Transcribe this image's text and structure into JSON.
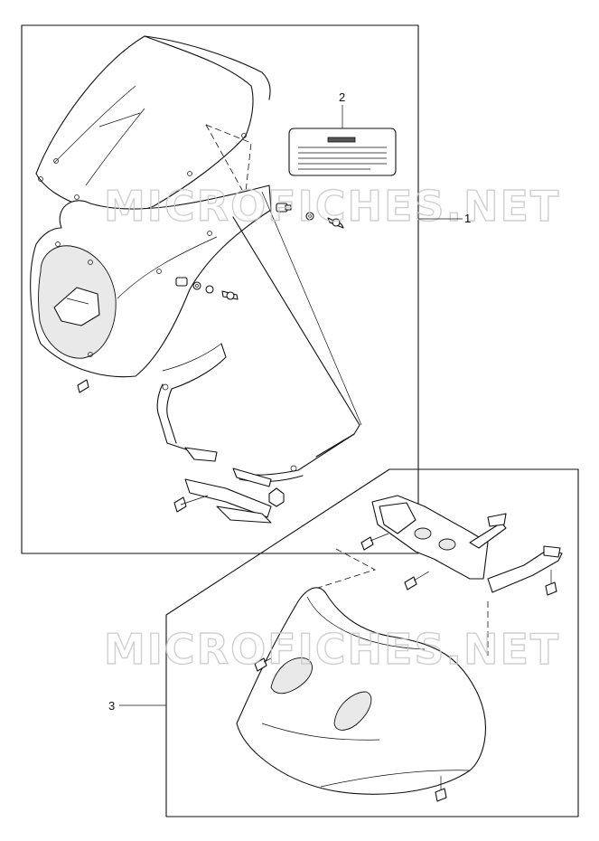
{
  "diagram": {
    "watermarks": [
      "MICROFICHES.NET",
      "MICROFICHES.NET"
    ],
    "callouts": [
      {
        "id": "1",
        "label": "1"
      },
      {
        "id": "2",
        "label": "2"
      },
      {
        "id": "3",
        "label": "3"
      }
    ]
  }
}
